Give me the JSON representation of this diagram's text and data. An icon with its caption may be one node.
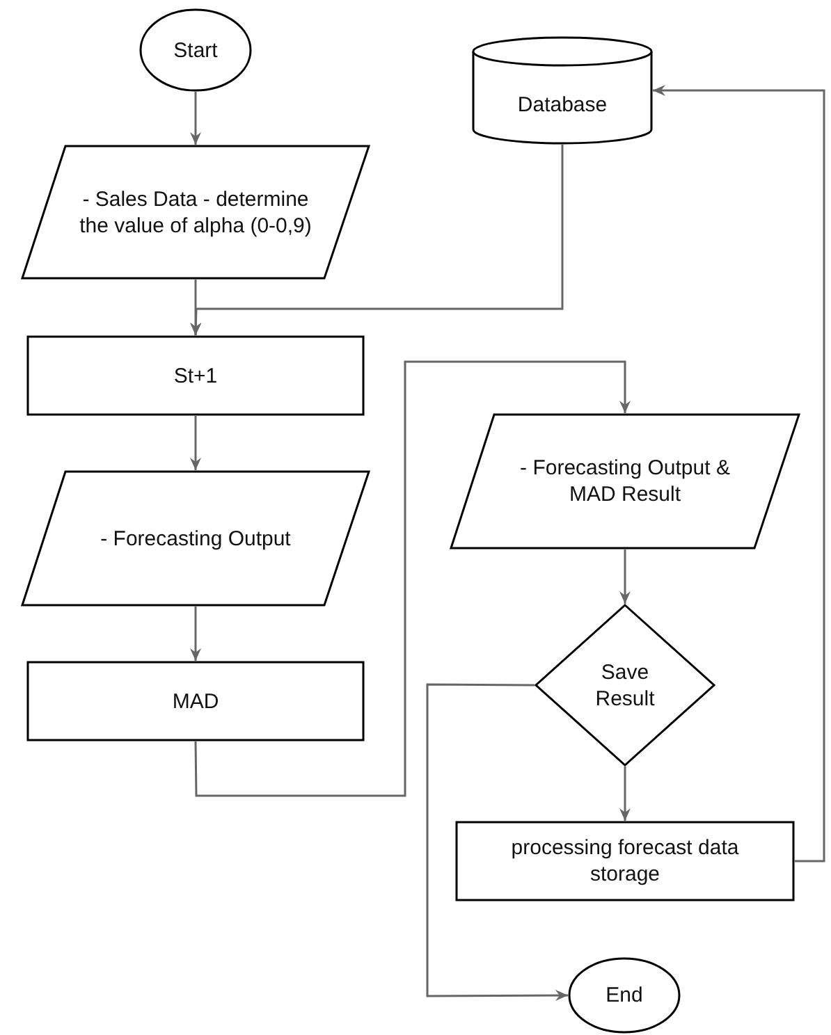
{
  "diagram": {
    "nodes": [
      {
        "text": [
          "Start"
        ]
      },
      {
        "text": [
          "- Sales Data - determine the value of alpha (0-0,9)"
        ]
      },
      {
        "text": [
          "Database"
        ]
      },
      {
        "text": [
          "St+1"
        ]
      },
      {
        "text": [
          "- Forecasting Output"
        ]
      },
      {
        "text": [
          "MAD"
        ]
      },
      {
        "text": [
          "- Forecasting Output & MAD Result"
        ]
      },
      {
        "text": [
          "Save Result"
        ]
      },
      {
        "text": [
          "processing forecast data storage"
        ]
      },
      {
        "text": [
          "End"
        ]
      }
    ],
    "edges": [
      {
        "from": 0,
        "to": 1,
        "arrow": "to"
      },
      {
        "from": 1,
        "to": 3,
        "arrow": "to"
      },
      {
        "from": 2,
        "to": 3,
        "arrow": "to"
      },
      {
        "from": 3,
        "to": 4,
        "arrow": "to"
      },
      {
        "from": 4,
        "to": 5,
        "arrow": "to"
      },
      {
        "from": 5,
        "to": 6,
        "arrow": "to"
      },
      {
        "from": 6,
        "to": 7,
        "arrow": "to"
      },
      {
        "from": 7,
        "to": 8,
        "arrow": "to"
      },
      {
        "from": 8,
        "to": 2,
        "arrow": "to"
      },
      {
        "from": 7,
        "to": 9,
        "arrow": "to"
      }
    ]
  }
}
